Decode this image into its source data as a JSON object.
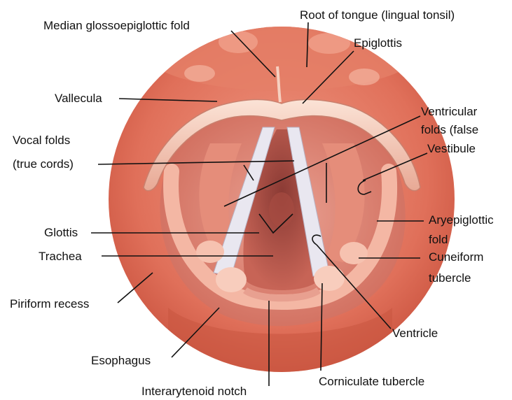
{
  "labels": {
    "median_glossoepiglottic_fold": "Median glossoepiglottic fold",
    "root_of_tongue": "Root of tongue (lingual tonsil)",
    "epiglottis": "Epiglottis",
    "vallecula": "Vallecula",
    "ventricular_folds_line1": "Ventricular",
    "ventricular_folds_line2": "folds (false",
    "vestibule": "Vestibule",
    "vocal_folds_line1": "Vocal folds",
    "vocal_folds_line2": "(true cords)",
    "glottis": "Glottis",
    "aryepiglottic_fold_line1": "Aryepiglottic",
    "aryepiglottic_fold_line2": "fold",
    "trachea": "Trachea",
    "cuneiform_tubercle_line1": "Cuneiform",
    "cuneiform_tubercle_line2": "tubercle",
    "piriform_recess": "Piriform recess",
    "ventricle": "Ventricle",
    "esophagus": "Esophagus",
    "corniculate_tubercle": "Corniculate tubercle",
    "interarytenoid_notch": "Interarytenoid notch"
  },
  "colors": {
    "outer_tissue": "#d9634a",
    "inner_tissue": "#c04a3a",
    "pale_fold": "#f2c6b4",
    "vocal_cord": "#e8e6ee",
    "leader_line": "#111111"
  }
}
